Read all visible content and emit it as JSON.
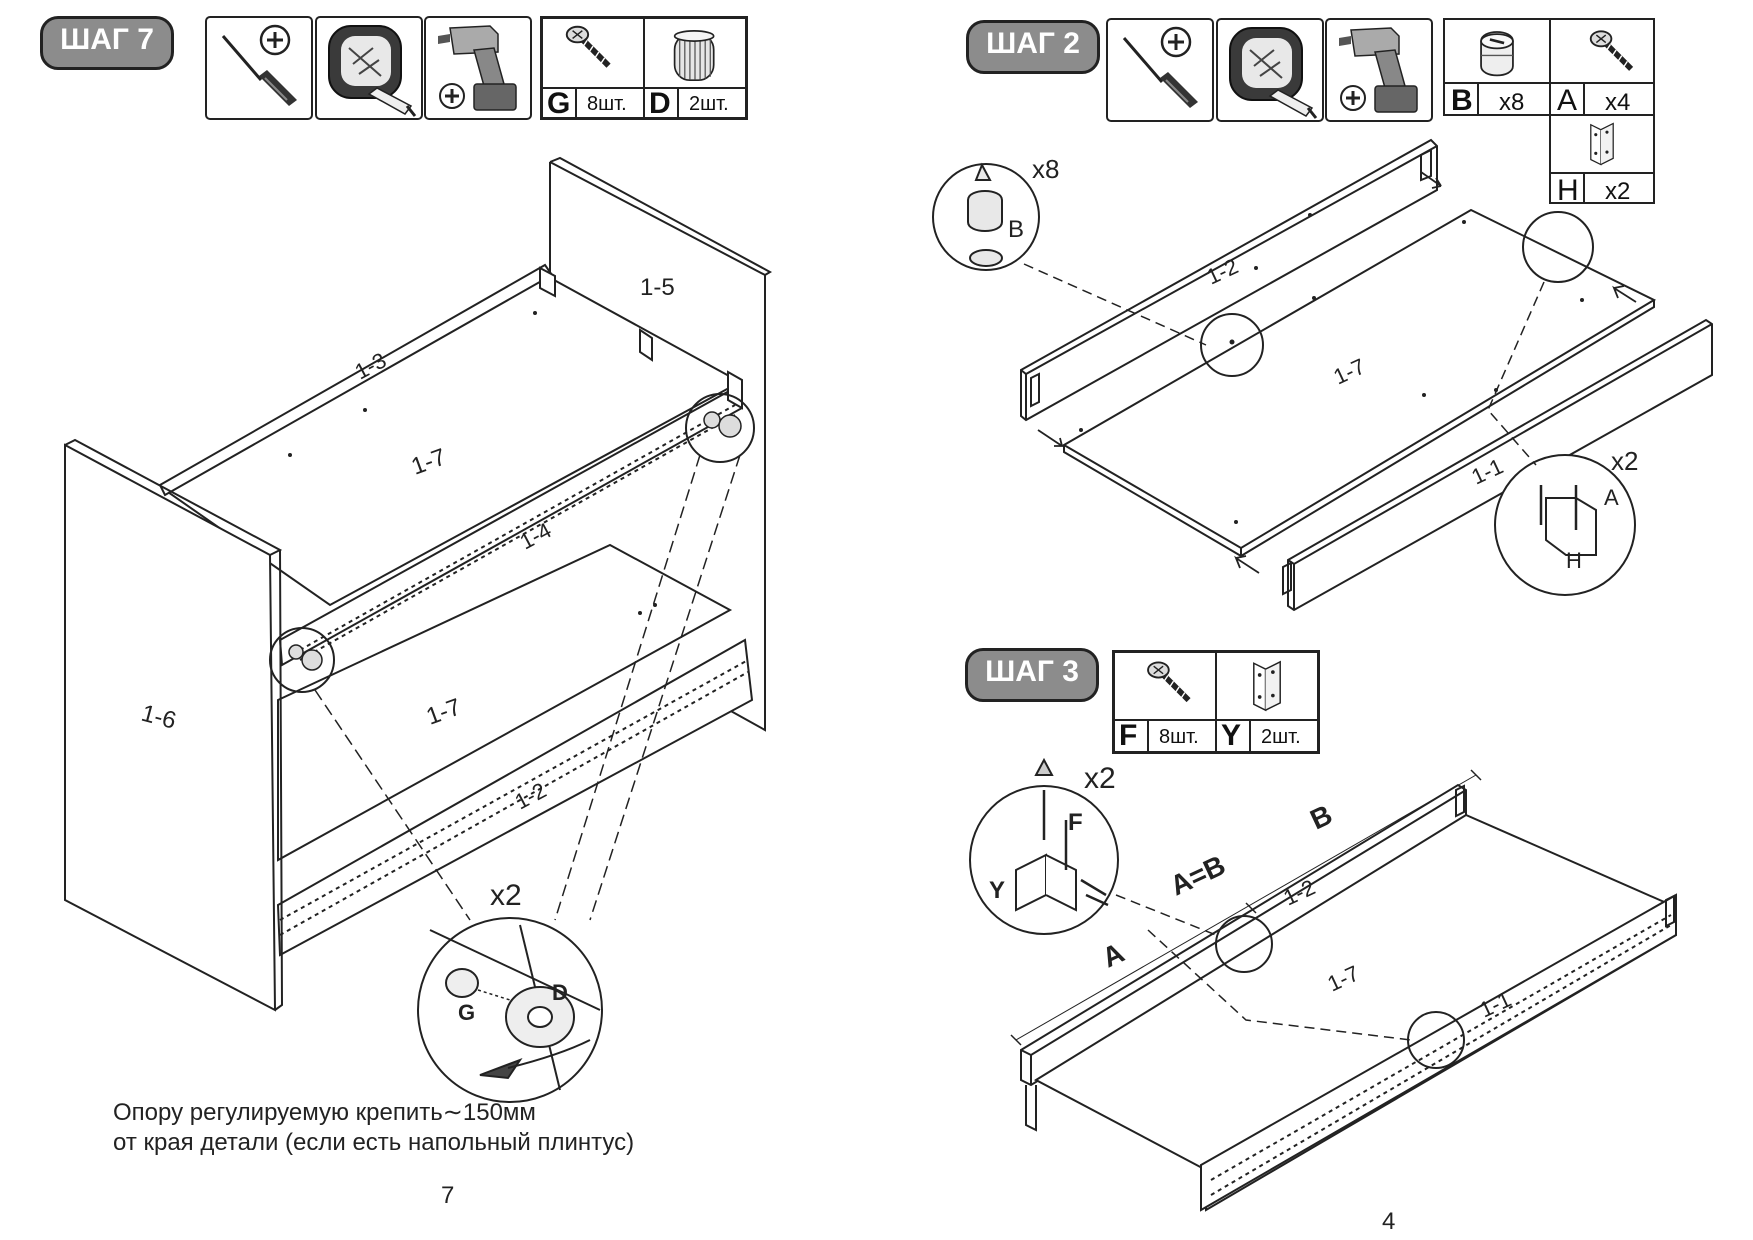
{
  "left": {
    "step_title": "ШАГ 7",
    "tools": [
      "screwdriver-icon",
      "tape-measure-icon",
      "drill-icon"
    ],
    "parts": [
      {
        "letter": "G",
        "qty": "8шт.",
        "icon": "screw-icon"
      },
      {
        "letter": "D",
        "qty": "2шт.",
        "icon": "adjustable-foot-icon"
      }
    ],
    "panel_labels": {
      "p15": "1-5",
      "p13": "1-3",
      "p17a": "1-7",
      "p14": "1-4",
      "p16": "1-6",
      "p17b": "1-7",
      "p12": "1-2"
    },
    "detail": {
      "multiplier": "x2",
      "g": "G",
      "d": "D"
    },
    "caption_line1": "Опору регулируемую крепить∼150мм",
    "caption_line2": "от края детали (если есть напольный плинтус)",
    "page_number": "7"
  },
  "right": {
    "step2_title": "ШАГ 2",
    "tools": [
      "screwdriver-icon",
      "tape-measure-icon",
      "drill-icon"
    ],
    "parts2": [
      {
        "letter": "B",
        "qty": "x8",
        "icon": "cam-lock-icon"
      },
      {
        "letter": "A",
        "qty": "x4",
        "icon": "screw-icon"
      },
      {
        "letter": "H",
        "qty": "x2",
        "icon": "corner-bracket-icon"
      }
    ],
    "step2_labels": {
      "x8": "x8",
      "b": "B",
      "p12": "1-2",
      "p17": "1-7",
      "p11": "1-1",
      "x2": "x2",
      "a": "A",
      "h": "H"
    },
    "step3_title": "ШАГ 3",
    "parts3": [
      {
        "letter": "F",
        "qty": "8шт.",
        "icon": "screw-icon"
      },
      {
        "letter": "Y",
        "qty": "2шт.",
        "icon": "corner-bracket-icon"
      }
    ],
    "step3_labels": {
      "x2": "x2",
      "f": "F",
      "y": "Y",
      "b": "B",
      "ab": "A=B",
      "a": "A",
      "p12": "1-2",
      "p17": "1-7",
      "p11": "1-1"
    },
    "page_number": "4"
  }
}
